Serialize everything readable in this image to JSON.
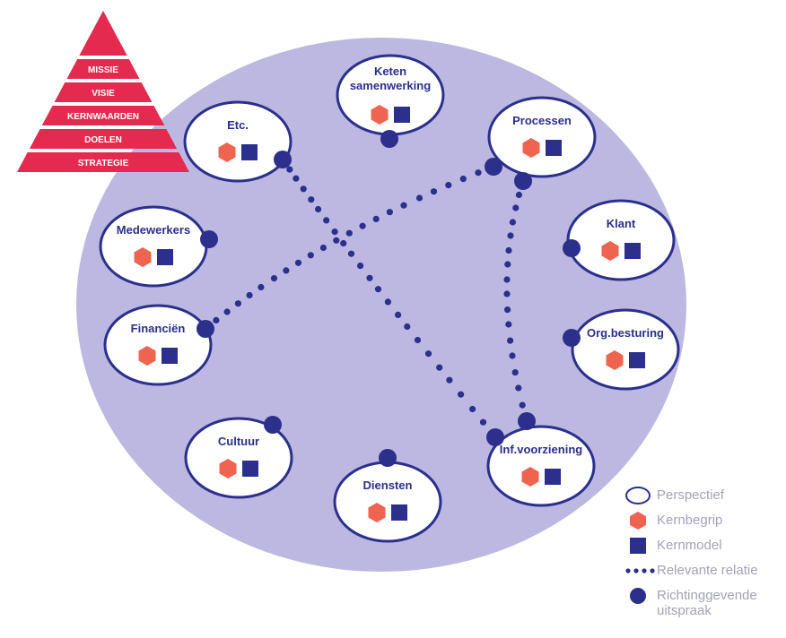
{
  "colors": {
    "background": "#ffffff",
    "outer_ellipse": "#bcb8e2",
    "navy": "#2c2f8c",
    "hexagon": "#ef6450",
    "pyramid": "#e52a4f",
    "legend_text": "#a3a3b8"
  },
  "pyramid": {
    "levels": [
      "MISSIE",
      "VISIE",
      "KERNWAARDEN",
      "DOELEN",
      "STRATEGIE"
    ]
  },
  "perspectives": [
    {
      "id": "keten",
      "label": "Keten\nsamenwerking"
    },
    {
      "id": "etc",
      "label": "Etc."
    },
    {
      "id": "processen",
      "label": "Processen"
    },
    {
      "id": "medewerkers",
      "label": "Medewerkers"
    },
    {
      "id": "klant",
      "label": "Klant"
    },
    {
      "id": "financien",
      "label": "Financiën"
    },
    {
      "id": "orgbesturing",
      "label": "Org.besturing"
    },
    {
      "id": "cultuur",
      "label": "Cultuur"
    },
    {
      "id": "diensten",
      "label": "Diensten"
    },
    {
      "id": "infvoorziening",
      "label": "Inf.voorziening"
    }
  ],
  "relations": [
    {
      "from": "etc",
      "to": "infvoorziening"
    },
    {
      "from": "processen",
      "to": "financien"
    },
    {
      "from": "processen",
      "to": "infvoorziening"
    }
  ],
  "legend": {
    "perspectief": "Perspectief",
    "kernbegrip": "Kernbegrip",
    "kernmodel": "Kernmodel",
    "relevante_relatie": "Relevante relatie",
    "richtinggevende_uitspraak": "Richtinggevende\nuitspraak"
  }
}
